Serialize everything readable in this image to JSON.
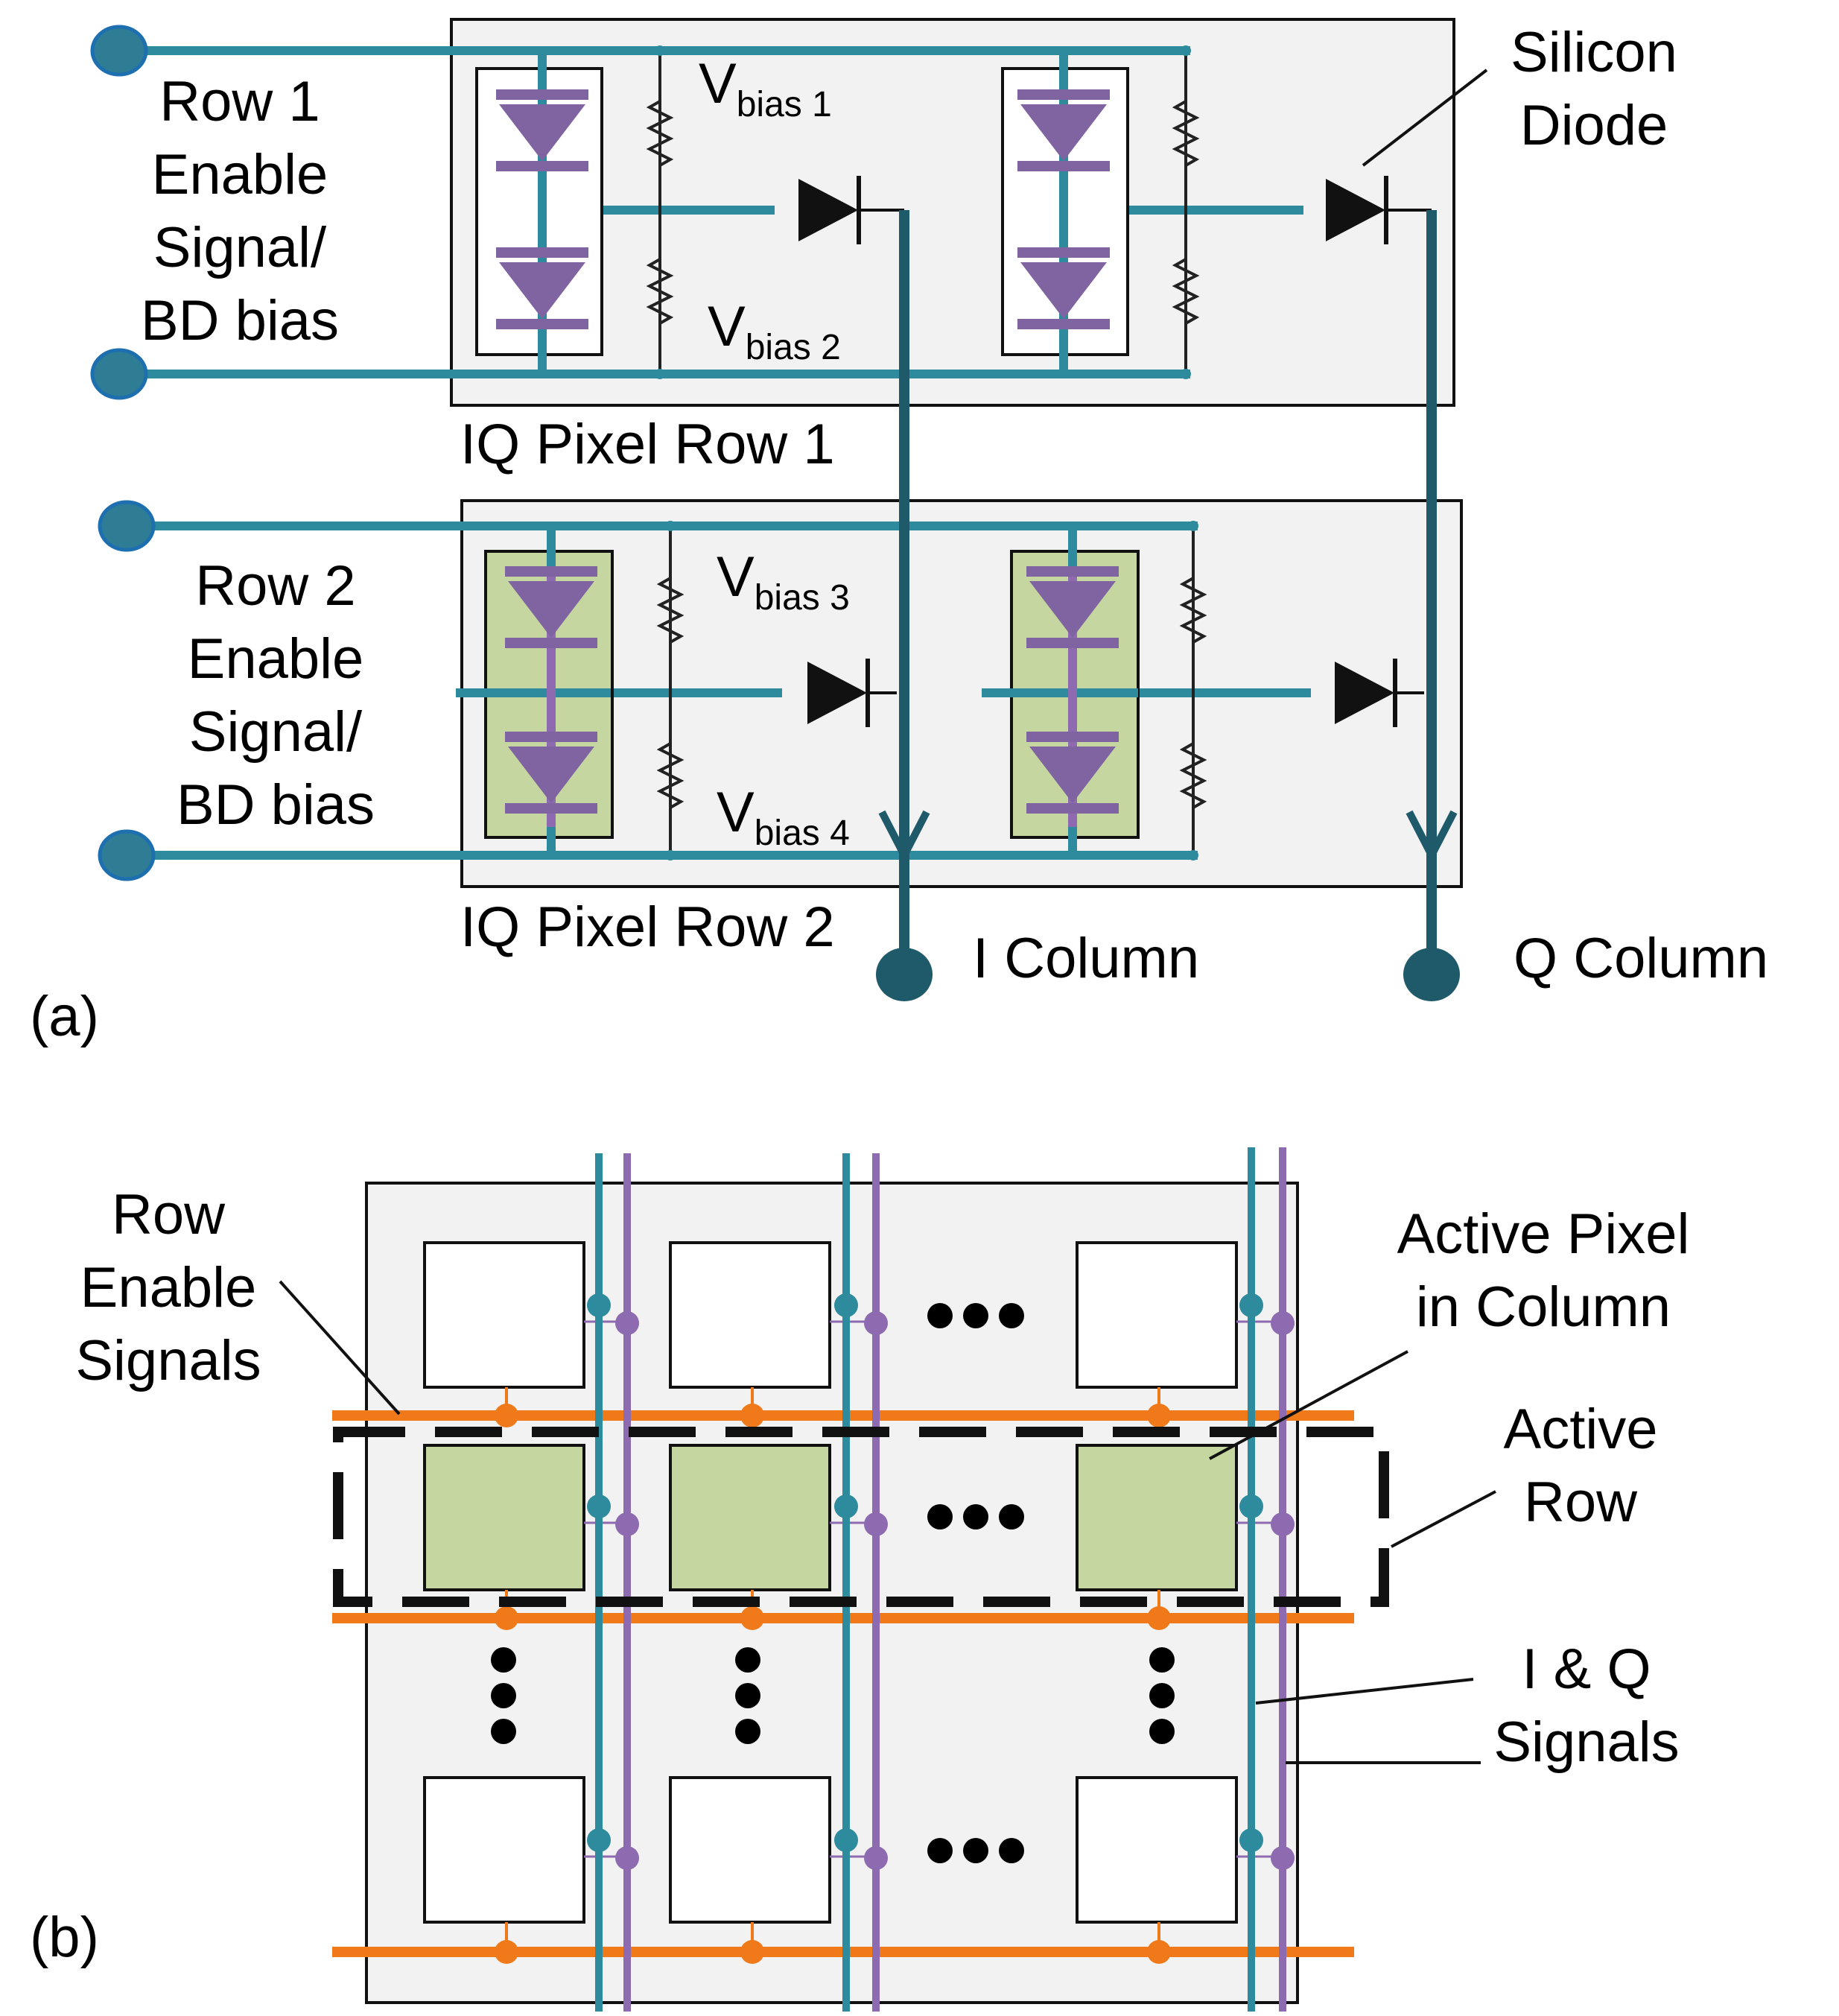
{
  "colors": {
    "wire": "#2E8B9E",
    "column": "#1F5A6A",
    "orange": "#F07A1A",
    "purple": "#8E6BB0",
    "diode_purple": "#8064A2",
    "green": "#C5D6A0",
    "panel": "#F2F2F2",
    "node": "#2E7D95"
  },
  "panel_a": {
    "tag": "(a)",
    "row1_label": [
      "Row 1",
      "Enable",
      "Signal/",
      "BD bias"
    ],
    "row2_label": [
      "Row 2",
      "Enable",
      "Signal/",
      "BD bias"
    ],
    "pixel_row1": "IQ Pixel Row 1",
    "pixel_row2": "IQ Pixel Row 2",
    "silicon_diode": [
      "Silicon",
      "Diode"
    ],
    "vbias": [
      {
        "v": "V",
        "sub": "bias 1"
      },
      {
        "v": "V",
        "sub": "bias 2"
      },
      {
        "v": "V",
        "sub": "bias 3"
      },
      {
        "v": "V",
        "sub": "bias 4"
      }
    ],
    "i_column": "I Column",
    "q_column": "Q Column"
  },
  "panel_b": {
    "tag": "(b)",
    "row_enable": [
      "Row",
      "Enable",
      "Signals"
    ],
    "active_pixel": [
      "Active Pixel",
      "in Column"
    ],
    "active_row": [
      "Active",
      "Row"
    ],
    "iq_signals": [
      "I & Q",
      "Signals"
    ]
  },
  "icons": [
    "photodiode-icon",
    "silicon-diode-icon",
    "resistor-icon",
    "arrow-down-icon",
    "ellipsis-dots-icon"
  ]
}
